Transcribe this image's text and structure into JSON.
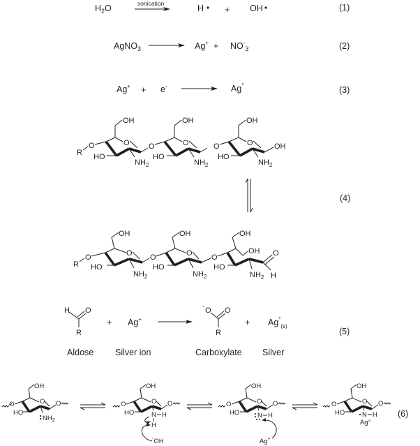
{
  "equations": [
    {
      "number": "(1)",
      "reactants": [
        "H2O"
      ],
      "arrow_label": "sonication",
      "products": [
        "H•",
        "OH•"
      ],
      "plus": "+"
    },
    {
      "number": "(2)",
      "reactants": [
        "AgNO3"
      ],
      "products": [
        "Ag+",
        "NO-3"
      ],
      "plus": "+"
    },
    {
      "number": "(3)",
      "reactants": [
        "Ag+",
        "e-"
      ],
      "products": [
        "Ag°"
      ],
      "plus": "+"
    },
    {
      "number": "(4)",
      "description": "Chitosan trimer (closed pyranose ring) in equilibrium with open-chain aldehyde form at reducing end",
      "top_labels": {
        "R": "R",
        "O": "O",
        "OH": "OH",
        "HO": "HO",
        "NH2": "NH2"
      },
      "bottom_labels": {
        "aldehyde_O": "O",
        "aldehyde_H": "H"
      }
    },
    {
      "number": "(5)",
      "reactant_labels": [
        "Aldose",
        "Silver ion"
      ],
      "product_labels": [
        "Carboxylate",
        "Silver"
      ],
      "reactant2": "Ag+",
      "product2": "Ag°(s)",
      "plus": "+"
    },
    {
      "number": "(6)",
      "description": "Amine lone pair deprotonation by hydroxide and coordination/reduction of Ag+ to Ag° on chitosan unit",
      "labels": {
        "hydroxide": "-OH",
        "silver_ion": "Ag+",
        "silver_atom": "Ag°",
        "NH2": "NH2",
        "N": "N",
        "H": "H"
      }
    }
  ],
  "text": {
    "h2o_h": "H",
    "h2o_2": "2",
    "h2o_o": "O",
    "sonication": "sonication",
    "h_rad": "H",
    "oh_rad": "OH",
    "plus": "+",
    "agno3_a": "AgNO",
    "agno3_3": "3",
    "ag": "Ag",
    "sup_plus": "+",
    "sup_minus": "-",
    "no": "NO",
    "sub3": "3",
    "e": "e",
    "deg": "°",
    "n1": "(1)",
    "n2": "(2)",
    "n3": "(3)",
    "n4": "(4)",
    "n5": "(5)",
    "n6": "(6)",
    "R": "R",
    "O": "O",
    "OH": "OH",
    "HO": "HO",
    "NH": "NH",
    "sub2": "2",
    "H": "H",
    "N": "N",
    "aldose": "Aldose",
    "silver_ion": "Silver ion",
    "carboxylate": "Carboxylate",
    "silver": "Silver",
    "s_sub": "(s)",
    "hydroxide": "OH",
    "ag_plus": "Ag",
    "ag_zero": "Ag°"
  }
}
